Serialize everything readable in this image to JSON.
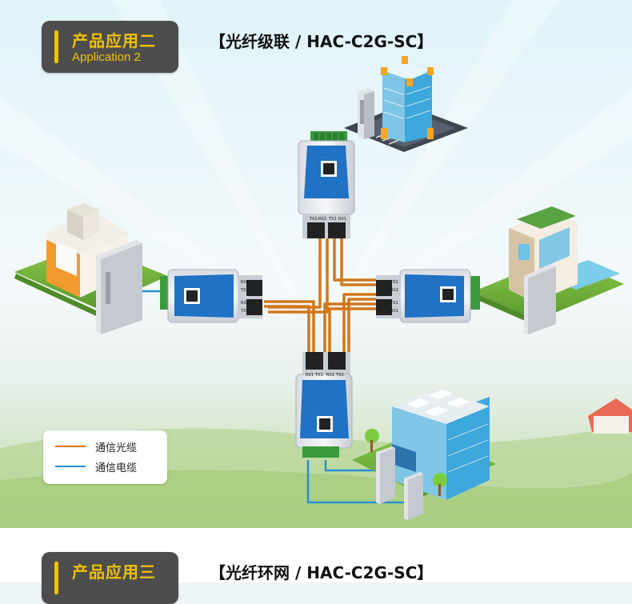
{
  "section_a": {
    "title_zh": "产品应用二",
    "title_en": "Application 2",
    "heading": "【光纤级联 / HAC-C2G-SC】"
  },
  "section_b": {
    "title_zh": "产品应用三",
    "heading": "【光纤环网 / HAC-C2G-SC】"
  },
  "legend": {
    "items": [
      {
        "label": "通信光缆",
        "color": "#d2771c"
      },
      {
        "label": "通信电缆",
        "color": "#2a8fd1"
      }
    ]
  },
  "port_labels": {
    "top_device": [
      "TX2",
      "RX2",
      "TX1",
      "RX1"
    ],
    "left_device": [
      "RX1",
      "TX1",
      "RX2",
      "TX2"
    ],
    "right_device": [
      "TX2",
      "RX2",
      "TX1",
      "RX1"
    ],
    "bottom_device": [
      "RX1",
      "TX1",
      "RX2",
      "TX2"
    ]
  },
  "colors": {
    "accent": "#f2c200",
    "card_bg": "#4d4d4d",
    "fiber": "#d2771c",
    "cable": "#2a8fd1",
    "device_blue": "#1f72c4"
  }
}
